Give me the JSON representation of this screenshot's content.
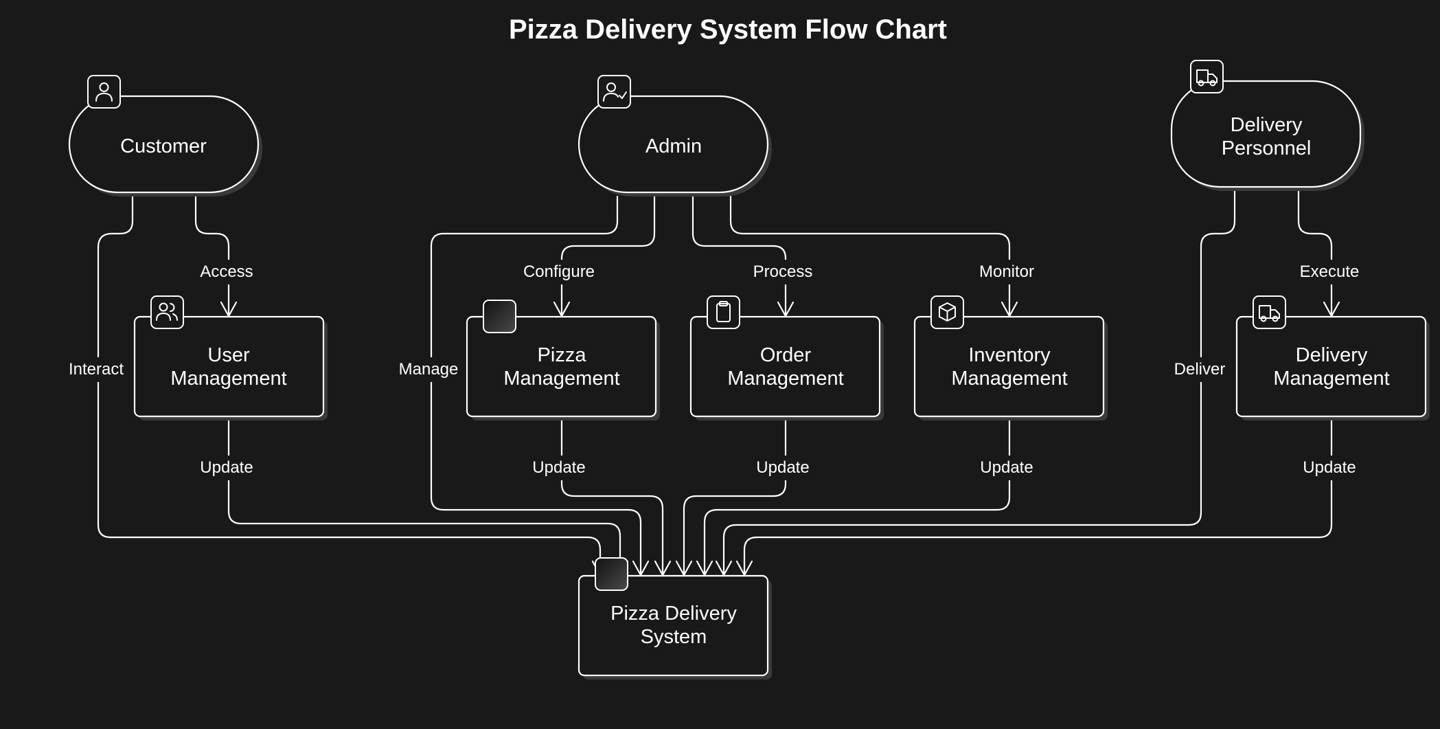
{
  "diagram": {
    "title": "Pizza Delivery System Flow Chart",
    "nodes": {
      "customer": {
        "label": "Customer",
        "icon": "user-icon"
      },
      "admin": {
        "label": "Admin",
        "icon": "user-check-icon"
      },
      "delivery_personnel": {
        "label_line1": "Delivery",
        "label_line2": "Personnel",
        "icon": "truck-icon"
      },
      "user_management": {
        "label_line1": "User",
        "label_line2": "Management",
        "icon": "users-icon"
      },
      "pizza_management": {
        "label_line1": "Pizza",
        "label_line2": "Management",
        "icon": "pizza-placeholder-icon"
      },
      "order_management": {
        "label_line1": "Order",
        "label_line2": "Management",
        "icon": "clipboard-icon"
      },
      "inventory_management": {
        "label_line1": "Inventory",
        "label_line2": "Management",
        "icon": "box-icon"
      },
      "delivery_management": {
        "label_line1": "Delivery",
        "label_line2": "Management",
        "icon": "truck-icon"
      },
      "pizza_delivery_system": {
        "label_line1": "Pizza Delivery",
        "label_line2": "System",
        "icon": "system-placeholder-icon"
      }
    },
    "edges": {
      "customer_access": "Access",
      "customer_interact": "Interact",
      "admin_manage": "Manage",
      "admin_configure": "Configure",
      "admin_process": "Process",
      "admin_monitor": "Monitor",
      "delivery_deliver": "Deliver",
      "delivery_execute": "Execute",
      "user_update": "Update",
      "pizza_update": "Update",
      "order_update": "Update",
      "inventory_update": "Update",
      "delivery_update": "Update"
    }
  },
  "colors": {
    "background": "#191919",
    "stroke": "#ffffff",
    "shadow": "#3a3a3a",
    "text": "#ffffff"
  }
}
